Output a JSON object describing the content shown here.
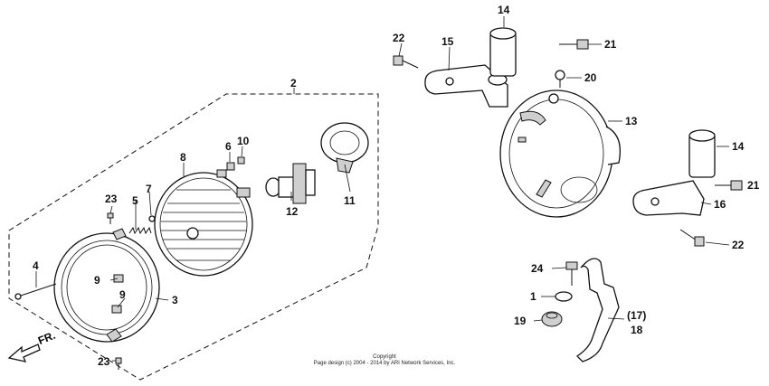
{
  "labels": {
    "p1": "1",
    "p2": "2",
    "p3": "3",
    "p4": "4",
    "p5": "5",
    "p6": "6",
    "p7": "7",
    "p8": "8",
    "p9a": "9",
    "p9b": "9",
    "p10": "10",
    "p11": "11",
    "p12": "12",
    "p13": "13",
    "p14a": "14",
    "p14b": "14",
    "p15": "15",
    "p16": "16",
    "p17": "(17)",
    "p18": "18",
    "p19": "19",
    "p20": "20",
    "p21a": "21",
    "p21b": "21",
    "p22a": "22",
    "p22b": "22",
    "p23a": "23",
    "p23b": "23",
    "p24": "24"
  },
  "direction": "FR.",
  "copyright": {
    "line1": "Copyright",
    "line2": "Page design (c) 2004 - 2014 by ARI Network Services, Inc."
  }
}
